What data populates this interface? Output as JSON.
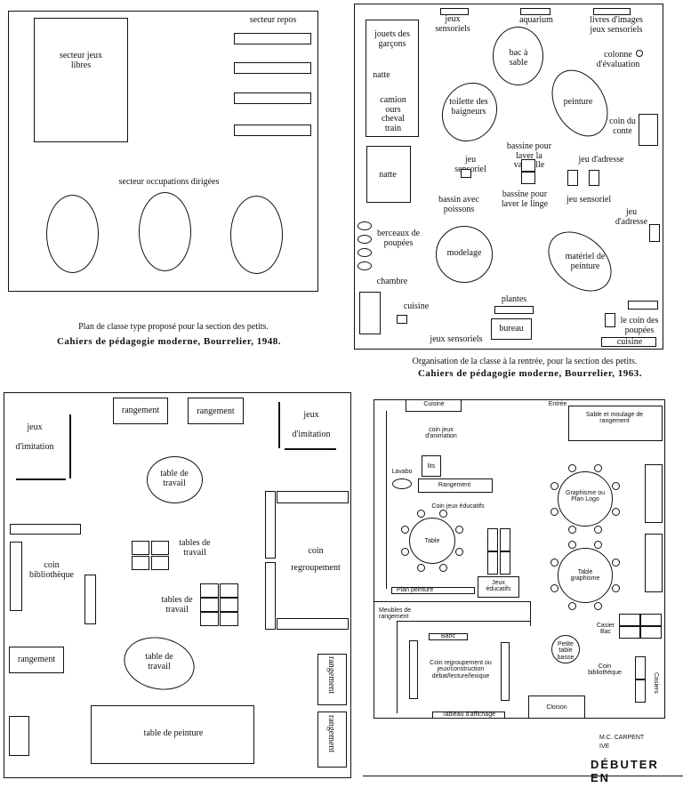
{
  "plan1": {
    "free_play": "secteur jeux libres",
    "rest": "secteur repos",
    "directed": "secteur occupations dirigées",
    "caption": "Plan de classe type proposé pour la section des petits.",
    "source": "Cahiers de pédagogie moderne, Bourrelier, 1948."
  },
  "plan2": {
    "boys_toys": "jouets des garçons",
    "natte": "natte",
    "truck": "camion ours cheval train",
    "sensory_top": "jeux sensoriels",
    "aquarium": "aquarium",
    "picture_books": "livres d'images jeux sensoriels",
    "sandbox": "bac à sable",
    "eval_column": "colonne d'évaluation",
    "doll_toilet": "toilette des baigneurs",
    "paint": "peinture",
    "tale_corner": "coin du conte",
    "basin_dishes": "bassine pour laver la vaisselle",
    "sensory_game": "jeu sensoriel",
    "address_game": "jeu d'adresse",
    "natte2": "natte",
    "fish_basin": "bassin avec poissons",
    "basin_laundry": "bassine pour laver le linge",
    "sensory_game2": "jeu sensoriel",
    "address_game2": "jeu d'adresse",
    "cradles": "berceaux de poupées",
    "modeling": "modelage",
    "paint_material": "matériel de peinture",
    "bedroom": "chambre",
    "plants": "plantes",
    "kitchen": "cuisine",
    "desk": "bureau",
    "doll_corner": "le coin des poupées",
    "sensory_bottom": "jeux sensoriels",
    "kitchen2": "cuisine",
    "caption": "Organisation de la classe à la rentrée, pour la section des petits.",
    "source": "Cahiers de pédagogie moderne, Bourrelier, 1963."
  },
  "plan3": {
    "imitation_left": "jeux d'imitation",
    "storage1": "rangement",
    "storage2": "rangement",
    "imitation_right": "jeux d'imitation",
    "work_table1": "table de travail",
    "work_tables1": "tables de travail",
    "library": "coin bibliothèque",
    "regroup": "coin regroupement",
    "work_tables2": "tables de travail",
    "storage3": "rangement",
    "work_table2": "table de travail",
    "storage4": "rangement",
    "storage5": "rangement",
    "paint_table": "table de peinture"
  },
  "plan4": {
    "kitchen": "Cuisine",
    "entry": "Entrée",
    "sand": "Sable et moulage de rangement",
    "animation": "coin jeux d'animation",
    "lits": "lits",
    "lavabo": "Lavabo",
    "storage": "Rangement",
    "graphics_logo": "Graphisme ou Plan Logo",
    "educational": "Coin jeux éducatifs",
    "table": "Table",
    "table_graphics": "Table graphisme",
    "plan_paint": "Plan peinture",
    "edu_games": "Jeux éducatifs",
    "storage_furniture": "Meubles de rangement",
    "banc": "Banc",
    "regroup": "Coin regroupement ou jeux/construction débat/lecture/lexique",
    "small_table": "Petite table basse",
    "library": "Coin bibliothèque",
    "board": "Tableau d'affichage",
    "cupboard": "Casier Bac",
    "trays": "Casiers",
    "closet": "Cloison",
    "credit": "M.C. CARPENT",
    "credit2": "IVE",
    "banner": "DÉBUTER EN"
  }
}
